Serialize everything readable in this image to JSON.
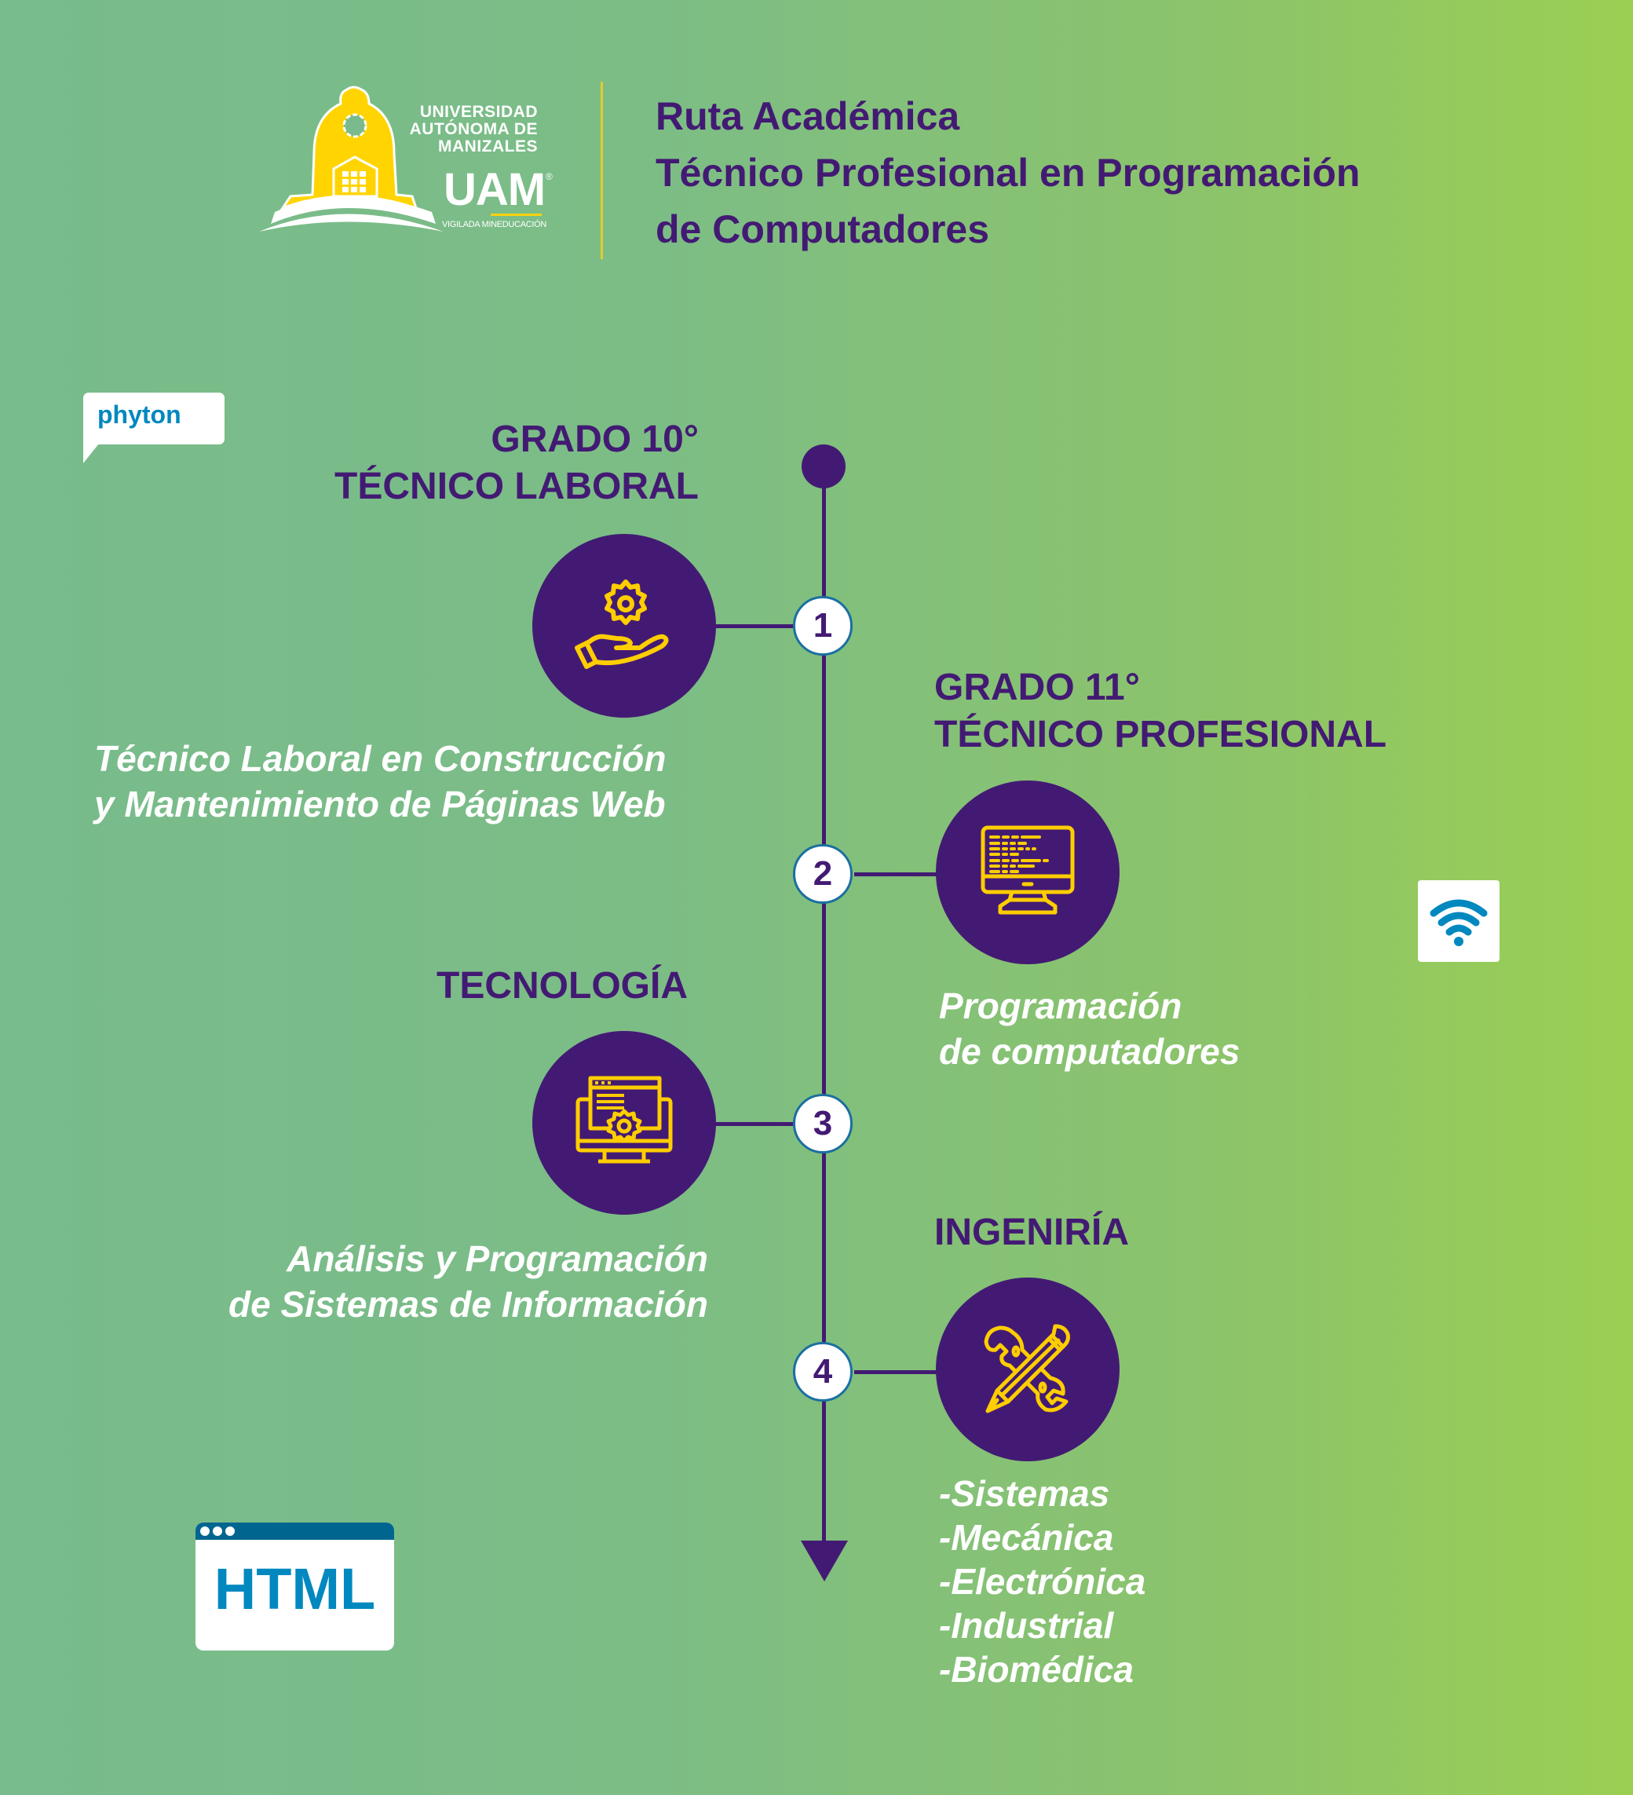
{
  "header": {
    "logo": {
      "line1": "UNIVERSIDAD",
      "line2": "AUTÓNOMA DE",
      "line3": "MANIZALES",
      "acronym": "UAM",
      "registered": "®",
      "tagline": "VIGILADA MINEDUCACIÓN"
    },
    "title_lines": [
      "Ruta Académica",
      "Técnico Profesional en Programación",
      "de Computadores"
    ]
  },
  "timeline": {
    "steps": [
      {
        "number": "1",
        "heading_lines": [
          "GRADO 10°",
          "TÉCNICO LABORAL"
        ],
        "icon": "hand-gear-icon",
        "description_lines": [
          "Técnico Laboral en Construcción",
          "y Mantenimiento de Páginas Web"
        ]
      },
      {
        "number": "2",
        "heading_lines": [
          "GRADO 11°",
          "TÉCNICO PROFESIONAL"
        ],
        "icon": "computer-code-icon",
        "description_lines": [
          "Programación",
          "de computadores"
        ]
      },
      {
        "number": "3",
        "heading_lines": [
          "TECNOLOGÍA"
        ],
        "icon": "computer-settings-icon",
        "description_lines": [
          "Análisis y Programación",
          "de Sistemas de Información"
        ]
      },
      {
        "number": "4",
        "heading_lines": [
          "INGENIRÍA"
        ],
        "icon": "wrench-pencil-icon",
        "description_lines": [
          "-Sistemas",
          "-Mecánica",
          "-Electrónica",
          "-Industrial",
          "-Biomédica"
        ]
      }
    ]
  },
  "decorations": {
    "bubble_label": "phyton",
    "html_label": "HTML",
    "wifi_icon": "wifi-icon"
  },
  "colors": {
    "purple": "#431a73",
    "yellow": "#ffcd00",
    "blue": "#0088bf",
    "bg_left": "#78bb8c",
    "bg_right": "#9bcf53"
  }
}
